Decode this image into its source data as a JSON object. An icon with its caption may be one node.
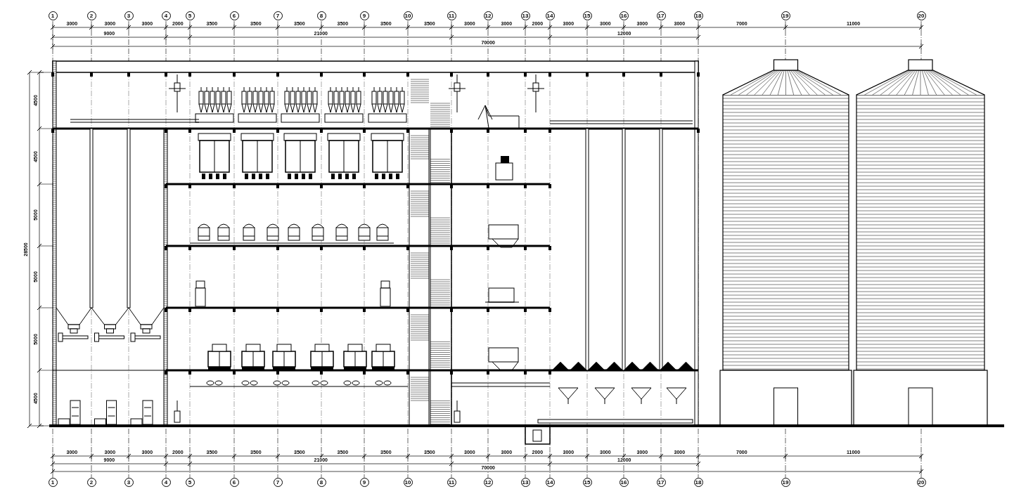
{
  "diagram": {
    "labels": [
      "1",
      "2",
      "3",
      "4",
      "5",
      "6",
      "7",
      "8",
      "9",
      "10",
      "11",
      "12",
      "13",
      "14",
      "15",
      "16",
      "17",
      "18",
      "19",
      "20",
      "3000",
      "3000",
      "3000",
      "2000",
      "3500",
      "3500",
      "3500",
      "3500",
      "3500",
      "3500",
      "3000",
      "3000",
      "2000",
      "3000",
      "3000",
      "3000",
      "3000",
      "7000",
      "11000",
      "9000",
      "21000",
      "12000",
      "70000",
      "4500",
      "4500",
      "5000",
      "5000",
      "5000",
      "4500",
      "28500",
      "3000",
      "3000",
      "3000",
      "2000",
      "3500",
      "3500",
      "3500",
      "3500",
      "3500",
      "3500",
      "3000",
      "3000",
      "2000",
      "3000",
      "3000",
      "3000",
      "3000",
      "7000",
      "11000",
      "9000",
      "21000",
      "12000",
      "70000",
      "1",
      "2",
      "3",
      "4",
      "5",
      "6",
      "7",
      "8",
      "9",
      "10",
      "11",
      "12",
      "13",
      "14",
      "15",
      "16",
      "17",
      "18",
      "19",
      "20"
    ]
  }
}
